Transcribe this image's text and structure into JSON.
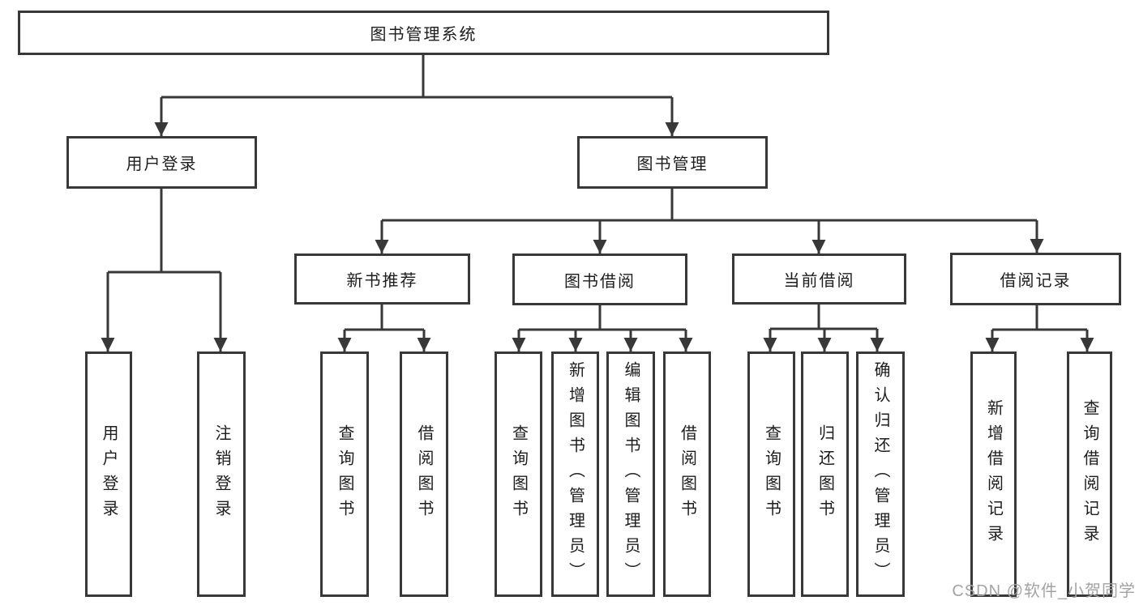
{
  "diagram": {
    "title": "图书管理系统",
    "level1": [
      {
        "label": "用户登录"
      },
      {
        "label": "图书管理"
      }
    ],
    "level2": [
      {
        "label": "新书推荐",
        "parent": "图书管理"
      },
      {
        "label": "图书借阅",
        "parent": "图书管理"
      },
      {
        "label": "当前借阅",
        "parent": "图书管理"
      },
      {
        "label": "借阅记录",
        "parent": "图书管理"
      }
    ],
    "leaves": [
      {
        "label": "用户登录",
        "parent": "用户登录"
      },
      {
        "label": "注销登录",
        "parent": "用户登录"
      },
      {
        "label": "查询图书",
        "parent": "新书推荐"
      },
      {
        "label": "借阅图书",
        "parent": "新书推荐"
      },
      {
        "label": "查询图书",
        "parent": "图书借阅"
      },
      {
        "label": "新增图书（管理员）",
        "parent": "图书借阅"
      },
      {
        "label": "编辑图书（管理员）",
        "parent": "图书借阅"
      },
      {
        "label": "借阅图书",
        "parent": "图书借阅"
      },
      {
        "label": "查询图书",
        "parent": "当前借阅"
      },
      {
        "label": "归还图书",
        "parent": "当前借阅"
      },
      {
        "label": "确认归还（管理员）",
        "parent": "当前借阅"
      },
      {
        "label": "新增借阅记录",
        "parent": "借阅记录"
      },
      {
        "label": "查询借阅记录",
        "parent": "借阅记录"
      }
    ],
    "watermark": "CSDN @软件_小贺同学",
    "colors": {
      "line": "#383838",
      "text": "#1d1d1d",
      "watermark": "#a3a3a3",
      "background": "#ffffff"
    }
  }
}
